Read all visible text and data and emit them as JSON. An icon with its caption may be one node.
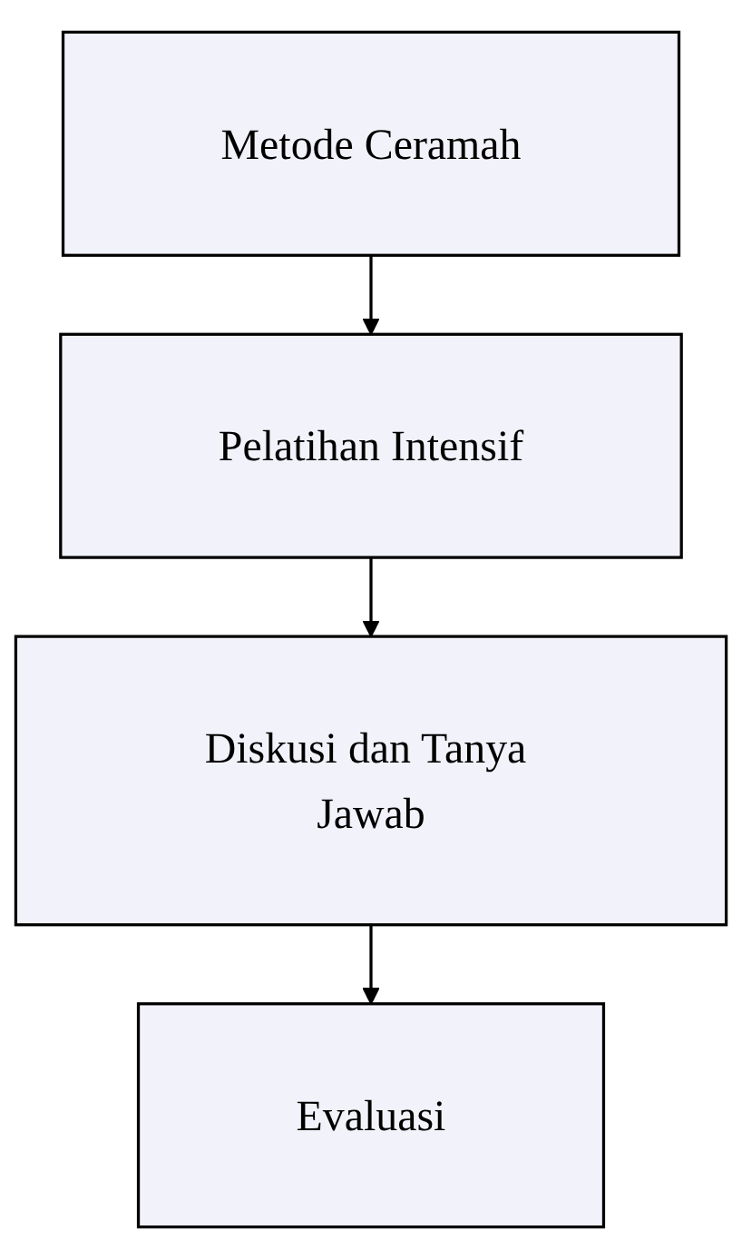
{
  "diagram": {
    "nodes": [
      {
        "text": [
          "Metode Ceramah"
        ]
      },
      {
        "text": [
          "Pelatihan Intensif"
        ]
      },
      {
        "text": [
          "Diskusi dan Tanya Jawab"
        ]
      },
      {
        "text": [
          "Evaluasi"
        ]
      }
    ],
    "edges": [
      {
        "from": 0,
        "to": 1,
        "arrow": "to"
      },
      {
        "from": 1,
        "to": 2,
        "arrow": "to"
      },
      {
        "from": 2,
        "to": 3,
        "arrow": "to"
      }
    ]
  }
}
